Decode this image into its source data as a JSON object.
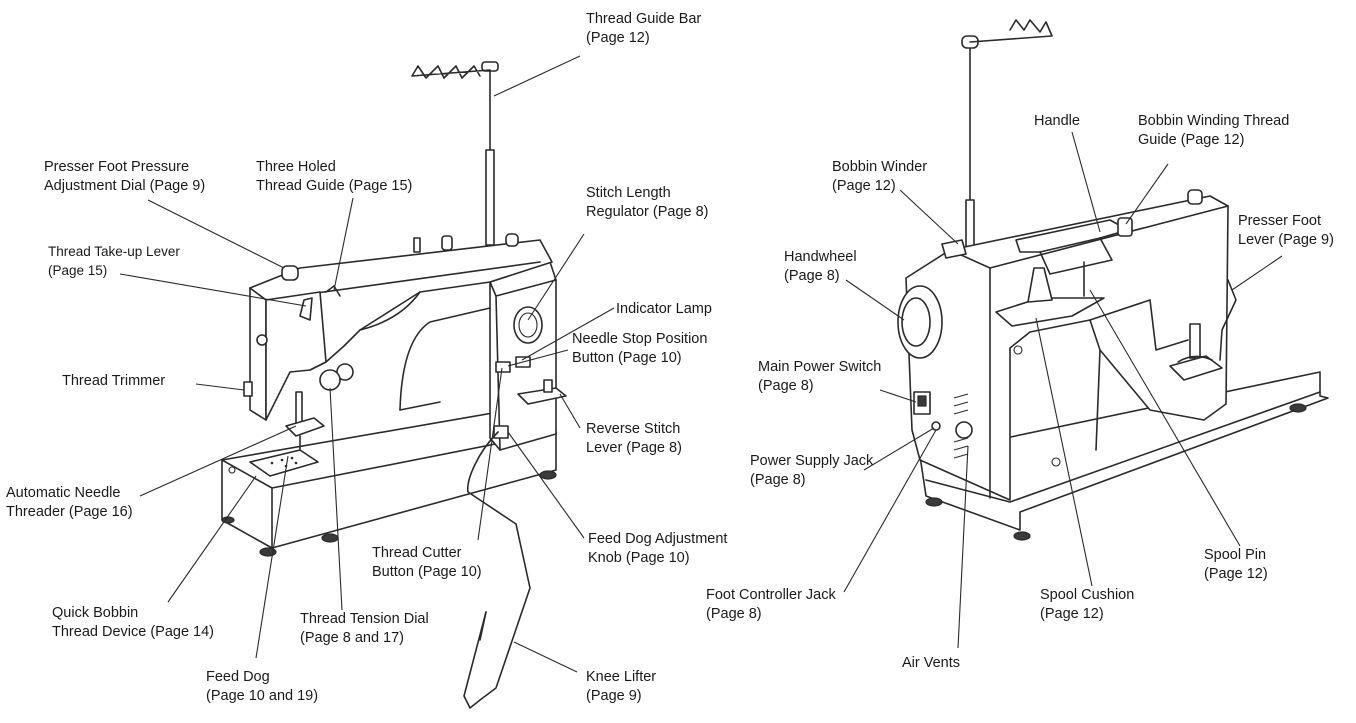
{
  "front_view": {
    "labels": [
      {
        "id": "thread-guide-bar",
        "lines": [
          "Thread Guide Bar",
          "(Page 12)"
        ]
      },
      {
        "id": "presser-foot-pressure-dial",
        "lines": [
          "Presser Foot Pressure",
          "Adjustment Dial (Page 9)"
        ]
      },
      {
        "id": "three-holed-thread-guide",
        "lines": [
          "Three Holed",
          "Thread Guide (Page 15)"
        ]
      },
      {
        "id": "thread-take-up-lever",
        "lines": [
          "Thread Take-up Lever",
          "(Page 15)"
        ]
      },
      {
        "id": "stitch-length-regulator",
        "lines": [
          "Stitch Length",
          "Regulator (Page 8)"
        ]
      },
      {
        "id": "indicator-lamp",
        "lines": [
          "Indicator Lamp"
        ]
      },
      {
        "id": "needle-stop-position-button",
        "lines": [
          "Needle Stop Position",
          "Button (Page 10)"
        ]
      },
      {
        "id": "thread-trimmer",
        "lines": [
          "Thread Trimmer"
        ]
      },
      {
        "id": "reverse-stitch-lever",
        "lines": [
          "Reverse Stitch",
          "Lever (Page 8)"
        ]
      },
      {
        "id": "automatic-needle-threader",
        "lines": [
          "Automatic Needle",
          "Threader (Page 16)"
        ]
      },
      {
        "id": "feed-dog-adjustment-knob",
        "lines": [
          "Feed Dog Adjustment",
          "Knob (Page 10)"
        ]
      },
      {
        "id": "thread-cutter-button",
        "lines": [
          "Thread Cutter",
          "Button (Page 10)"
        ]
      },
      {
        "id": "quick-bobbin-thread-device",
        "lines": [
          "Quick Bobbin",
          "Thread Device (Page 14)"
        ]
      },
      {
        "id": "thread-tension-dial",
        "lines": [
          "Thread Tension Dial",
          "(Page 8 and 17)"
        ]
      },
      {
        "id": "feed-dog",
        "lines": [
          "Feed Dog",
          "(Page 10 and 19)"
        ]
      },
      {
        "id": "knee-lifter",
        "lines": [
          "Knee Lifter",
          "(Page 9)"
        ]
      }
    ]
  },
  "rear_view": {
    "labels": [
      {
        "id": "handle",
        "lines": [
          "Handle"
        ]
      },
      {
        "id": "bobbin-winding-thread-guide",
        "lines": [
          "Bobbin Winding Thread",
          "Guide (Page 12)"
        ]
      },
      {
        "id": "bobbin-winder",
        "lines": [
          "Bobbin Winder",
          "(Page 12)"
        ]
      },
      {
        "id": "presser-foot-lever",
        "lines": [
          "Presser Foot",
          "Lever (Page 9)"
        ]
      },
      {
        "id": "handwheel",
        "lines": [
          "Handwheel",
          "(Page 8)"
        ]
      },
      {
        "id": "main-power-switch",
        "lines": [
          "Main Power Switch",
          "(Page 8)"
        ]
      },
      {
        "id": "power-supply-jack",
        "lines": [
          "Power Supply Jack",
          "(Page 8)"
        ]
      },
      {
        "id": "spool-pin",
        "lines": [
          "Spool Pin",
          "(Page 12)"
        ]
      },
      {
        "id": "foot-controller-jack",
        "lines": [
          "Foot Controller Jack",
          "(Page 8)"
        ]
      },
      {
        "id": "spool-cushion",
        "lines": [
          "Spool Cushion",
          "(Page 12)"
        ]
      },
      {
        "id": "air-vents",
        "lines": [
          "Air Vents"
        ]
      }
    ]
  },
  "icons": {
    "front_machine": "sewing-machine-front-illustration",
    "rear_machine": "sewing-machine-rear-illustration"
  }
}
